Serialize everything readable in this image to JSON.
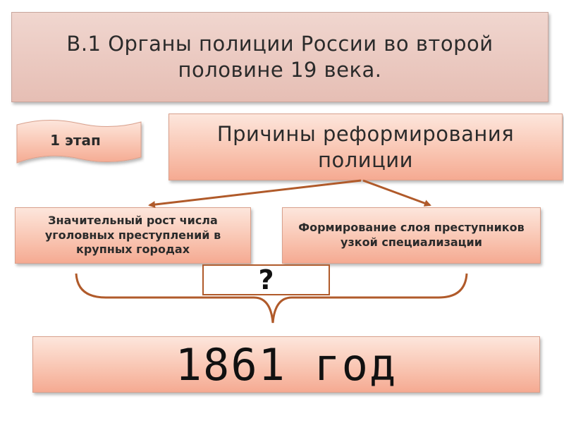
{
  "title": "В.1 Органы полиции России во второй половине 19 века.",
  "stage": {
    "label": "1 этап"
  },
  "reasons_header": "Причины реформирования полиции",
  "causes": [
    {
      "text": "Значительный рост числа уголовных преступлений в крупных городах"
    },
    {
      "text": "Формирование слоя преступников узкой специализации"
    }
  ],
  "question": "?",
  "result": "1861 год",
  "colors": {
    "box_fill": "#f9c6b3",
    "title_fill": "#e6beb4",
    "arrow": "#b05a2a",
    "question_border": "#b05a2a"
  }
}
